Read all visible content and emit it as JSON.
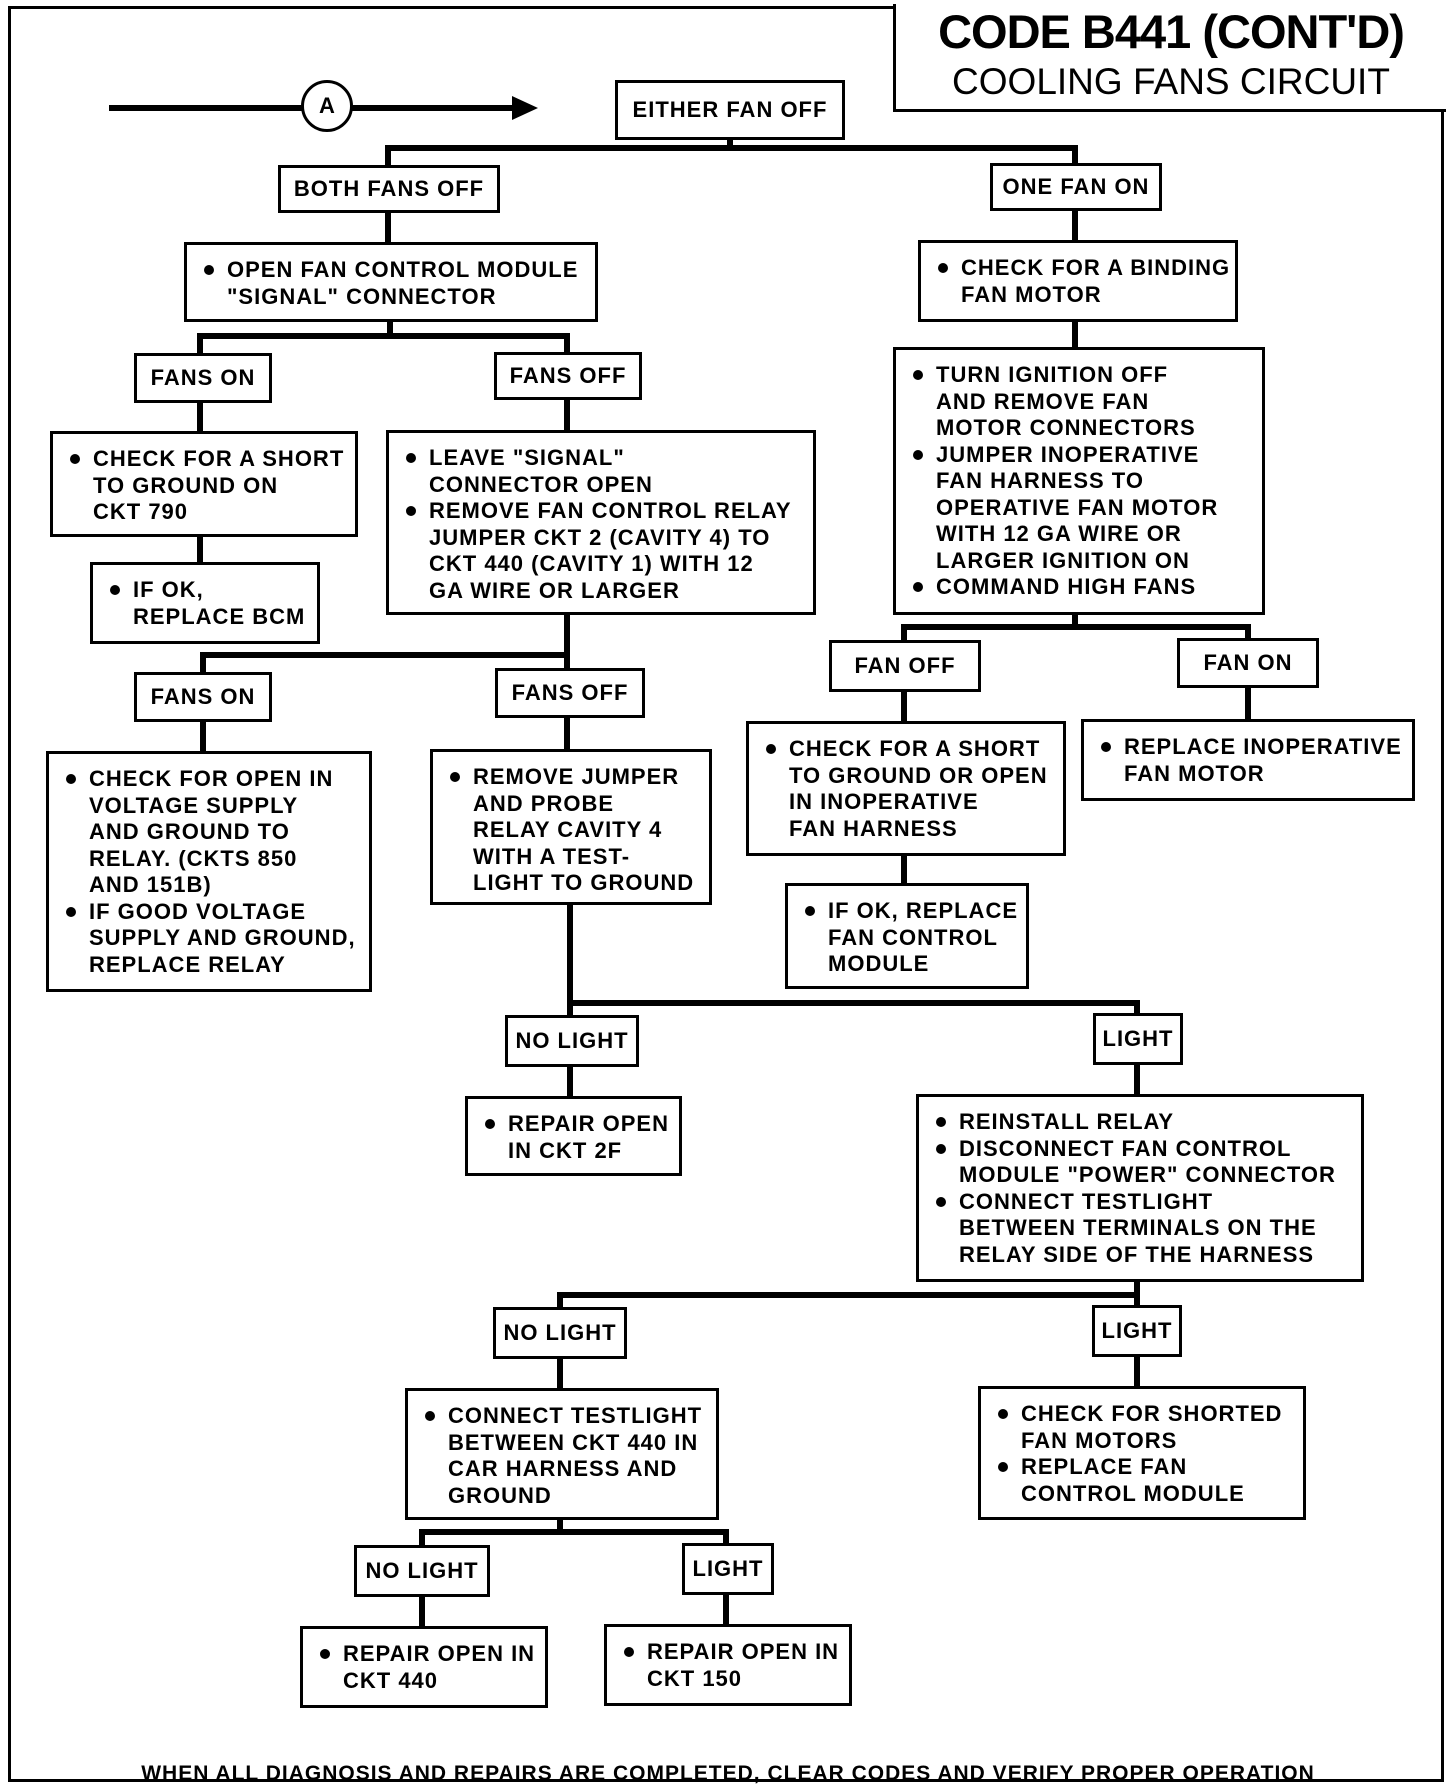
{
  "title": {
    "code": "CODE B441 (CONT'D)",
    "subtitle": "COOLING FANS CIRCUIT"
  },
  "entry_marker": "A",
  "nodes": {
    "either_fan_off": "EITHER FAN OFF",
    "both_fans_off": "BOTH FANS OFF",
    "one_fan_on": "ONE FAN ON",
    "open_signal_connector": [
      [
        "OPEN FAN CONTROL MODULE",
        "\"SIGNAL\" CONNECTOR"
      ]
    ],
    "check_binding_motor": [
      [
        "CHECK FOR A BINDING",
        "FAN MOTOR"
      ]
    ],
    "fans_on_1": "FANS ON",
    "fans_off_1": "FANS OFF",
    "check_short_790": [
      [
        "CHECK FOR A SHORT",
        "TO GROUND ON",
        "CKT 790"
      ]
    ],
    "replace_bcm": [
      [
        "IF OK,",
        "REPLACE BCM"
      ]
    ],
    "leave_signal_open": [
      [
        "LEAVE \"SIGNAL\"",
        "CONNECTOR OPEN"
      ],
      [
        "REMOVE FAN CONTROL RELAY",
        "JUMPER CKT 2 (CAVITY 4) TO",
        "CKT 440 (CAVITY 1) WITH 12",
        "GA WIRE OR LARGER"
      ]
    ],
    "fans_on_2": "FANS ON",
    "fans_off_2": "FANS OFF",
    "check_open_voltage": [
      [
        "CHECK FOR OPEN IN",
        "VOLTAGE SUPPLY",
        "AND GROUND TO",
        "RELAY. (CKTS 850",
        "AND 151B)"
      ],
      [
        "IF GOOD VOLTAGE",
        "SUPPLY AND GROUND,",
        "REPLACE RELAY"
      ]
    ],
    "remove_jumper_probe": [
      [
        "REMOVE JUMPER",
        "AND PROBE",
        "RELAY CAVITY 4",
        "WITH A TEST-",
        "LIGHT TO GROUND"
      ]
    ],
    "turn_ignition_off": [
      [
        "TURN IGNITION OFF",
        "AND REMOVE FAN",
        "MOTOR CONNECTORS"
      ],
      [
        "JUMPER INOPERATIVE",
        "FAN HARNESS TO",
        "OPERATIVE FAN MOTOR",
        "WITH 12 GA WIRE OR",
        "LARGER IGNITION ON"
      ],
      [
        "COMMAND HIGH FANS"
      ]
    ],
    "fan_off": "FAN OFF",
    "fan_on": "FAN ON",
    "check_short_open_harness": [
      [
        "CHECK FOR A SHORT",
        "TO GROUND OR OPEN",
        "IN INOPERATIVE",
        "FAN HARNESS"
      ]
    ],
    "replace_inoperative_motor": [
      [
        "REPLACE INOPERATIVE",
        "FAN MOTOR"
      ]
    ],
    "replace_fan_control_module": [
      [
        "IF OK, REPLACE",
        "FAN CONTROL",
        "MODULE"
      ]
    ],
    "no_light_1": "NO LIGHT",
    "light_1": "LIGHT",
    "repair_open_2f": [
      [
        "REPAIR OPEN",
        "IN CKT 2F"
      ]
    ],
    "reinstall_relay": [
      [
        "REINSTALL RELAY"
      ],
      [
        "DISCONNECT FAN CONTROL",
        "MODULE \"POWER\" CONNECTOR"
      ],
      [
        "CONNECT TESTLIGHT",
        "BETWEEN TERMINALS ON THE",
        "RELAY SIDE OF THE HARNESS"
      ]
    ],
    "no_light_2": "NO LIGHT",
    "light_2": "LIGHT",
    "connect_testlight_440": [
      [
        "CONNECT TESTLIGHT",
        "BETWEEN CKT 440 IN",
        "CAR HARNESS AND",
        "GROUND"
      ]
    ],
    "check_shorted_motors": [
      [
        "CHECK FOR SHORTED",
        "FAN MOTORS"
      ],
      [
        "REPLACE FAN",
        "CONTROL MODULE"
      ]
    ],
    "no_light_3": "NO LIGHT",
    "light_3": "LIGHT",
    "repair_open_440": [
      [
        "REPAIR OPEN IN",
        "CKT 440"
      ]
    ],
    "repair_open_150": [
      [
        "REPAIR OPEN IN",
        "CKT 150"
      ]
    ]
  },
  "footer": "WHEN ALL DIAGNOSIS AND REPAIRS ARE COMPLETED, CLEAR CODES AND VERIFY PROPER OPERATION"
}
